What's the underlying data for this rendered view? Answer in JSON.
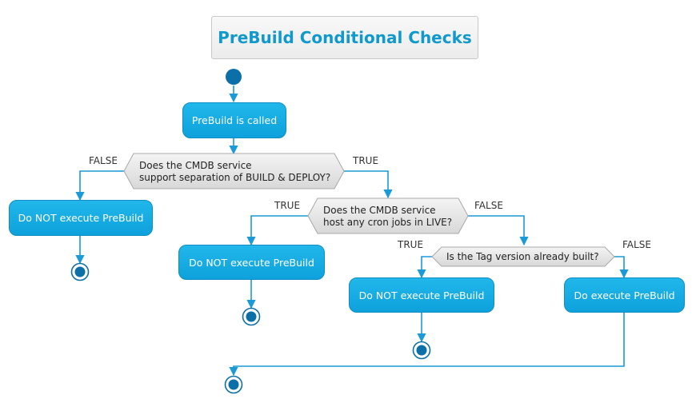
{
  "diagram": {
    "title": "PreBuild Conditional Checks",
    "actions": {
      "called": "PreBuild is called",
      "no1": "Do NOT execute PreBuild",
      "no2": "Do NOT execute PreBuild",
      "no3": "Do NOT execute PreBuild",
      "yes": "Do execute PreBuild"
    },
    "decisions": {
      "d1": {
        "line1": "Does the CMDB service",
        "line2": "support separation of BUILD & DEPLOY?"
      },
      "d2": {
        "line1": "Does the CMDB service",
        "line2": "host any cron jobs in LIVE?"
      },
      "d3": {
        "line1": "Is the Tag version already built?"
      }
    },
    "labels": {
      "d1_left": "FALSE",
      "d1_right": "TRUE",
      "d2_left": "TRUE",
      "d2_right": "FALSE",
      "d3_left": "TRUE",
      "d3_right": "FALSE"
    },
    "colors": {
      "accent": "#1199cc",
      "action": "#1aaae0",
      "edge": "#1a9ad6",
      "node": "#0d6fa8"
    }
  }
}
